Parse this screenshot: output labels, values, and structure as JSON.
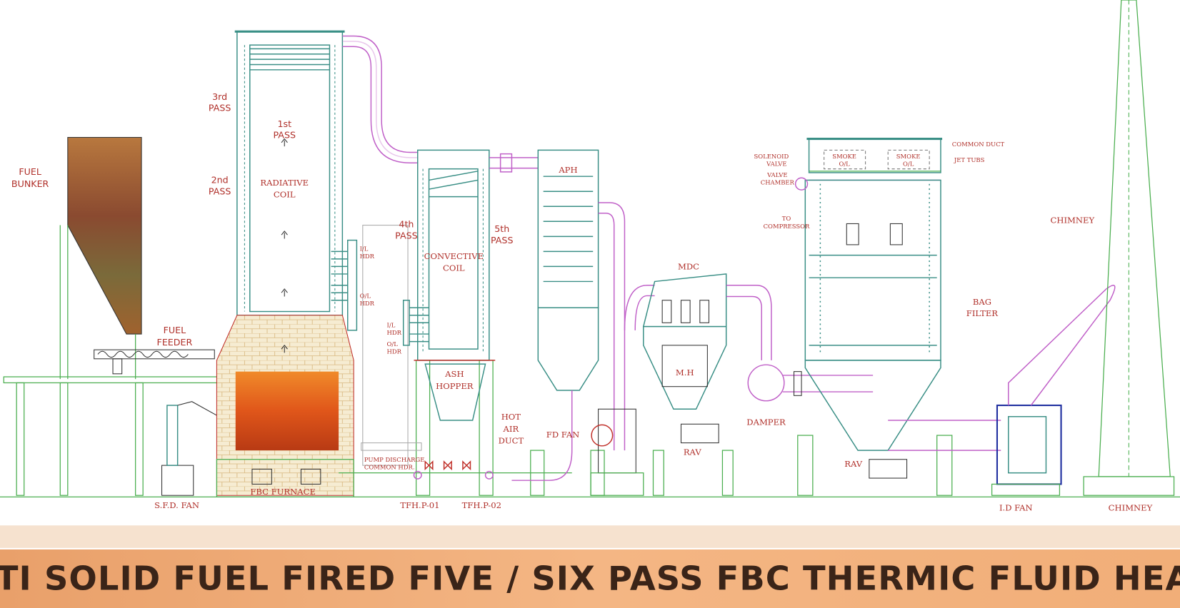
{
  "title": "MULTI SOLID FUEL FIRED FIVE / SIX PASS FBC THERMIC FLUID HEATER",
  "colors": {
    "banner": "#f1ae78",
    "title": "#3a2418",
    "label": "#b0302a",
    "pipe": "#c060c8",
    "coil": "#3a8f86",
    "fire": "#e8641e"
  },
  "labels": {
    "fuel_bunker": [
      "FUEL",
      "BUNKER"
    ],
    "fuel_feeder": [
      "FUEL",
      "FEEDER"
    ],
    "sfd_fan": "S.F.D. FAN",
    "third_pass": [
      "3rd",
      "PASS"
    ],
    "second_pass": [
      "2nd",
      "PASS"
    ],
    "first_pass": [
      "1st",
      "PASS"
    ],
    "radiative_coil": [
      "RADIATIVE",
      "COIL"
    ],
    "upper_il_hdr": [
      "I/L",
      "HDR"
    ],
    "upper_ol_hdr": [
      "O/L",
      "HDR"
    ],
    "lower_il_hdr": [
      "I/L",
      "HDR"
    ],
    "lower_ol_hdr": [
      "O/L",
      "HDR"
    ],
    "fbc_furnace": "FBC FURNACE",
    "fourth_pass": [
      "4th",
      "PASS"
    ],
    "fifth_pass": [
      "5th",
      "PASS"
    ],
    "convective_coil": [
      "CONVECTIVE",
      "COIL"
    ],
    "ash_hopper": [
      "ASH",
      "HOPPER"
    ],
    "pump_discharge": [
      "PUMP DISCHARGE",
      "COMMON HDR."
    ],
    "tfh_p01": "TFH.P-01",
    "tfh_p02": "TFH.P-02",
    "hot_air_duct": [
      "HOT",
      "AIR",
      "DUCT"
    ],
    "aph": "APH",
    "fd_fan": "FD FAN",
    "mdc": "MDC",
    "mh": "M.H",
    "rav_mdc": "RAV",
    "solenoid_valve": [
      "SOLENOID",
      "VALVE"
    ],
    "valve_chamber": [
      "VALVE",
      "CHAMBER"
    ],
    "to_compressor": [
      "TO",
      "COMPRESSOR"
    ],
    "smoke_ol_1": [
      "SMOKE",
      "O/L"
    ],
    "smoke_ol_2": [
      "SMOKE",
      "O/L"
    ],
    "common_duct": "COMMON DUCT",
    "jet_tubs": "JET TUBS",
    "bag_filter": [
      "BAG",
      "FILTER"
    ],
    "damper": "DAMPER",
    "rav_bag": "RAV",
    "id_fan": "I.D FAN",
    "chimney_top": "CHIMNEY",
    "chimney_bottom": "CHIMNEY"
  }
}
